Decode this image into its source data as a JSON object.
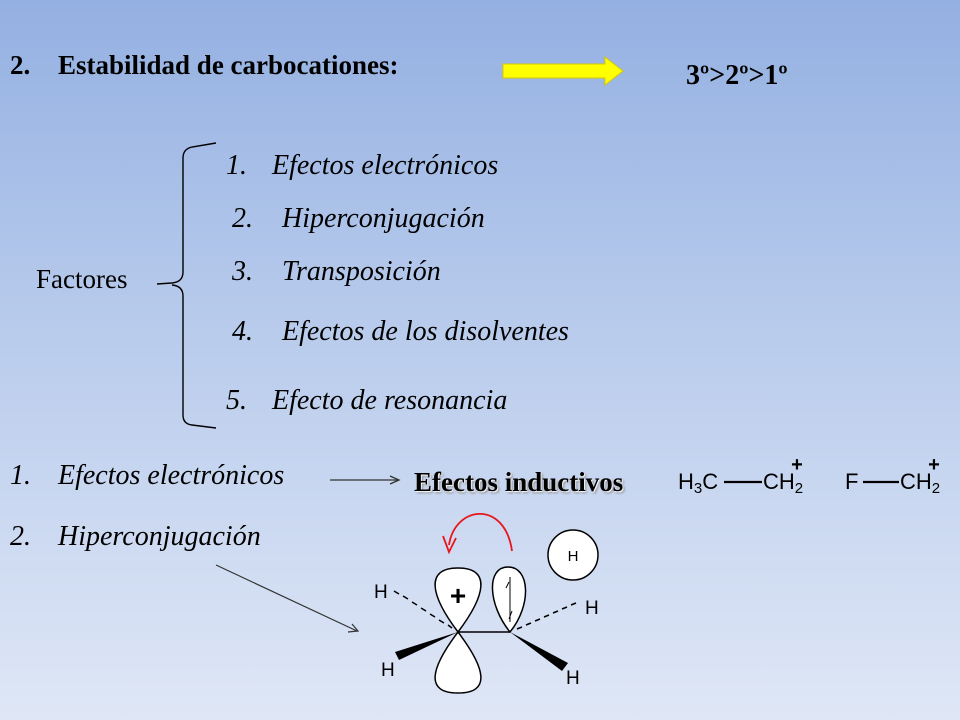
{
  "title": {
    "number": "2.",
    "text": "Estabilidad de carbocationes:"
  },
  "stability_order": "3º>2º>1º",
  "factors_label": "Factores",
  "factors": [
    {
      "number": "1.",
      "text": "Efectos electrónicos"
    },
    {
      "number": "2.",
      "text": "Hiperconjugación"
    },
    {
      "number": "3.",
      "text": "Transposición"
    },
    {
      "number": "4.",
      "text": "Efectos de los disolventes"
    },
    {
      "number": "5.",
      "text": "Efecto de resonancia"
    }
  ],
  "details": [
    {
      "number": "1.",
      "text": "Efectos electrónicos"
    },
    {
      "number": "2.",
      "text": "Hiperconjugación"
    }
  ],
  "inductive_label": "Efectos inductivos",
  "molecules": {
    "m1_left_base": "H",
    "m1_left_sub": "3",
    "m1_left_tail": "C",
    "m1_right_base": "CH",
    "m1_right_sub": "2",
    "m1_charge": "+",
    "m2_left": "F",
    "m2_right_base": "CH",
    "m2_right_sub": "2",
    "m2_charge": "+"
  },
  "orbital_diagram": {
    "charge": "+",
    "h_free": "H",
    "h_labels": [
      "H",
      "H",
      "H",
      "H"
    ]
  },
  "colors": {
    "arrow_yellow": "#ffff00",
    "curved_arrow": "#e8161b"
  }
}
